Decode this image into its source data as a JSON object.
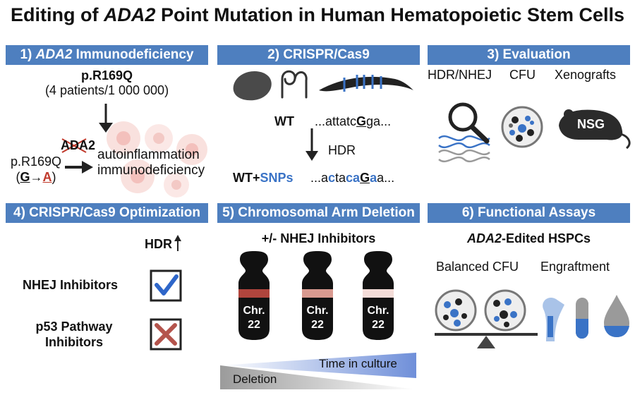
{
  "title": {
    "part1": "Editing of ",
    "italic": "ADA2",
    "part2": " Point Mutation in Human Hematopoietic Stem Cells"
  },
  "panel1": {
    "banner_num": "1) ",
    "banner_italic": "ADA2",
    "banner_rest": " Immunodeficiency",
    "variant": "p.R169Q",
    "prevalence": "(4 patients/1 000 000)",
    "mut_label": "p.R169Q",
    "mut_open": "(",
    "mut_from": "G",
    "mut_arrow": "→",
    "mut_to": "A",
    "mut_close": ")",
    "gene_crossed": "ADA",
    "gene_suffix": "2",
    "effect1": "autoinflammation",
    "effect2": "immunodeficiency"
  },
  "panel2": {
    "banner": "2) CRISPR/Cas9",
    "wt_label": "WT",
    "wt_seq_pre": "...attatc",
    "wt_seq_key": "G",
    "wt_seq_post": "ga...",
    "hdr": "HDR",
    "edit_label_a": "WT+",
    "edit_label_b": "SNPs",
    "edit_seq": [
      "...a",
      "c",
      "ta",
      "ca",
      "G",
      "a",
      "a..."
    ]
  },
  "panel3": {
    "banner": "3) Evaluation",
    "labels": [
      "HDR/NHEJ",
      "CFU",
      "Xenografts"
    ],
    "mouse_label": "NSG"
  },
  "panel4": {
    "banner": "4) CRISPR/Cas9 Optimization",
    "hdr": "HDR",
    "row1": "NHEJ Inhibitors",
    "row2a": "p53 Pathway",
    "row2b": "Inhibitors"
  },
  "panel5": {
    "banner": "5) Chromosomal Arm Deletion",
    "subtitle": "+/- NHEJ Inhibitors",
    "chr_a": "Chr.",
    "chr_b": "22",
    "band_colors": [
      "#b0453d",
      "#d99a90",
      "#f4dcd8"
    ],
    "time_label": "Time in culture",
    "deletion_label": "Deletion"
  },
  "panel6": {
    "banner": "6) Functional Assays",
    "subtitle_italic": "ADA2",
    "subtitle_rest": "-Edited HSPCs",
    "label1": "Balanced CFU",
    "label2": "Engraftment"
  },
  "colors": {
    "banner": "#4e7fbf",
    "accent": "#3a73c6",
    "mutation": "#c0392b",
    "check": "#2e66c9",
    "cross": "#b4544c"
  }
}
